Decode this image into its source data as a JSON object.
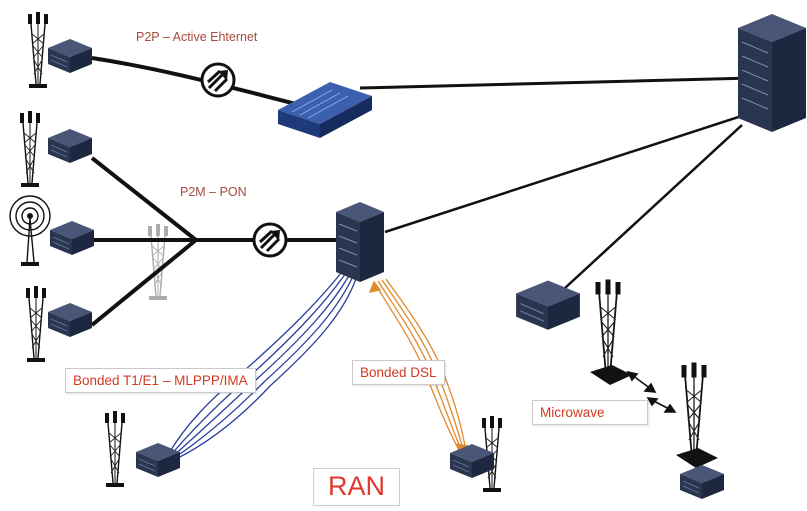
{
  "labels": {
    "p2p": "P2P – Active Ehternet",
    "p2m": "P2M – PON",
    "bonded_t1e1": "Bonded T1/E1 – MLPPP/IMA",
    "bonded_dsl": "Bonded DSL",
    "microwave": "Microwave",
    "ran": "RAN"
  },
  "colors": {
    "link": "#111111",
    "t1e1_bundle": "#2b3f9e",
    "dsl_bundle": "#e08a2c",
    "device_body": "#2a3550",
    "device_top": "#4a5677",
    "switch_body": "#1f3a7a",
    "label_red": "#d23a22"
  },
  "icons": [
    "cell-tower-icon",
    "radio-broadcast-icon",
    "router-icon",
    "network-switch-icon",
    "server-rack-icon",
    "optical-splitter-icon"
  ]
}
